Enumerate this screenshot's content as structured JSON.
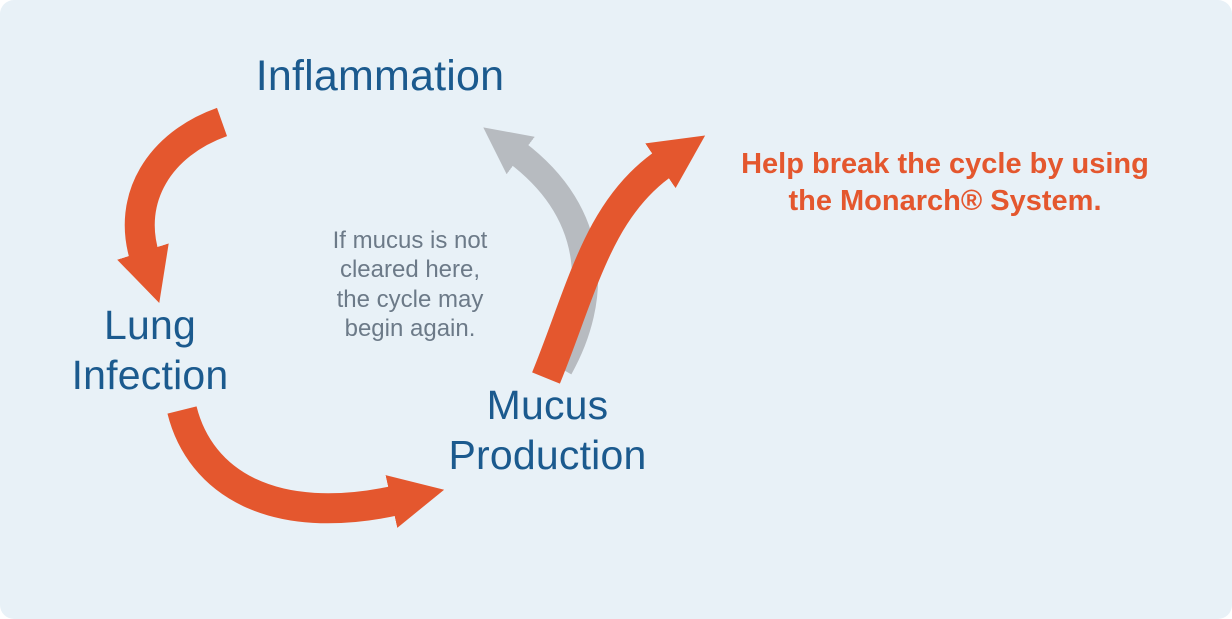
{
  "diagram": {
    "background_color": "#e8f1f7",
    "colors": {
      "node_text_blue": "#1b5a8e",
      "arrow_orange": "#e4572e",
      "arrow_gray": "#b7bbc0",
      "note_gray_text": "#6c7a88",
      "break_note_text": "#e4572e"
    },
    "nodes": {
      "inflammation": {
        "label": "Inflammation"
      },
      "lung_infection": {
        "lines": [
          "Lung",
          "Infection"
        ]
      },
      "mucus_production": {
        "lines": [
          "Mucus",
          "Production"
        ]
      }
    },
    "cycle_note": {
      "lines": [
        "If mucus is not",
        "cleared here,",
        "the cycle may",
        "begin again."
      ]
    },
    "break_note": {
      "lines": [
        "Help break the cycle by using",
        "the Monarch® System."
      ]
    }
  }
}
